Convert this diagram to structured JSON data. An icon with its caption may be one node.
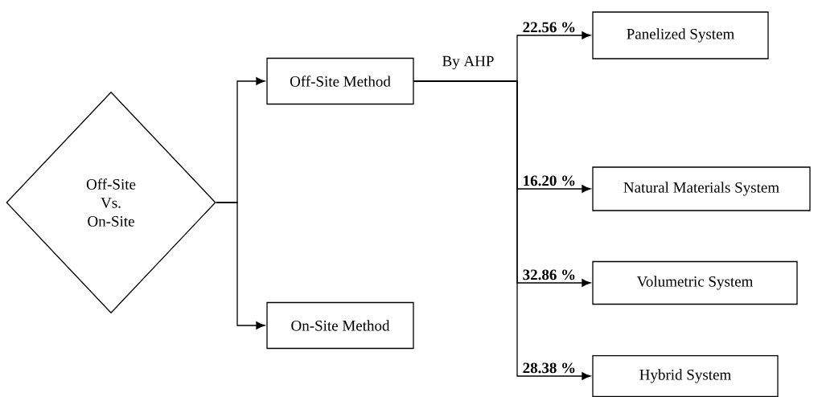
{
  "diagram": {
    "nodes": [
      {
        "text": [
          "Off-Site Vs. On-Site"
        ]
      },
      {
        "text": [
          "Off-Site Method"
        ]
      },
      {
        "text": [
          "On-Site Method"
        ]
      },
      {
        "text": [
          "Panelized System"
        ]
      },
      {
        "text": [
          "Natural Materials System"
        ]
      },
      {
        "text": [
          "Volumetric System"
        ]
      },
      {
        "text": [
          "Hybrid System"
        ]
      }
    ],
    "edges": [
      {
        "from": 0,
        "to": 1,
        "arrow": "to"
      },
      {
        "from": 0,
        "to": 2,
        "arrow": "to"
      },
      {
        "from": 1,
        "to": 3,
        "arrow": "to",
        "label": "22.56 %"
      },
      {
        "from": 1,
        "to": 4,
        "arrow": "to",
        "label": "16.20 %"
      },
      {
        "from": 1,
        "to": 5,
        "arrow": "to",
        "label": "32.86 %"
      },
      {
        "from": 1,
        "to": 6,
        "arrow": "to",
        "label": "28.38 %"
      }
    ],
    "labels": [
      "By AHP"
    ]
  }
}
